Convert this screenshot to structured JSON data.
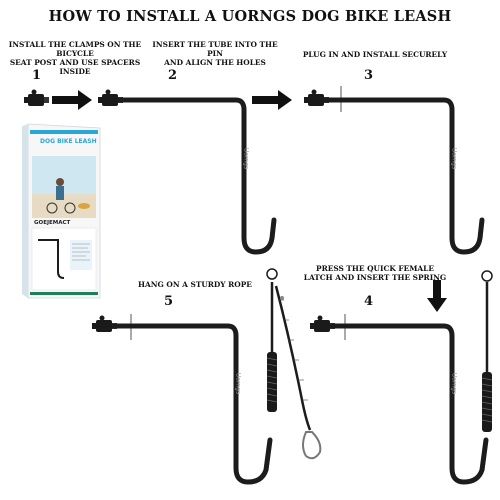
{
  "title": "HOW TO INSTALL A UORNGS DOG BIKE LEASH",
  "steps": [
    {
      "number": "1",
      "caption_line1": "INSTALL THE CLAMPS ON THE BICYCLE",
      "caption_line2": "SEAT POST AND USE SPACERS INSIDE"
    },
    {
      "number": "2",
      "caption_line1": "INSERT THE TUBE INTO THE PIN",
      "caption_line2": "AND ALIGN THE HOLES"
    },
    {
      "number": "3",
      "caption_line1": "PLUG IN AND INSTALL SECURELY",
      "caption_line2": ""
    },
    {
      "number": "4",
      "caption_line1": "PRESS THE QUICK FEMALE",
      "caption_line2": "LATCH AND INSERT THE SPRING"
    },
    {
      "number": "5",
      "caption_line1": "HANG ON A STURDY ROPE",
      "caption_line2": ""
    }
  ],
  "product_box": {
    "title": "DOG BIKE LEASH",
    "brand": "GOEJEMACT"
  },
  "tube_brand": "Uorngs",
  "colors": {
    "tube": "#1c1c1c",
    "box_accent": "#2aa6d8",
    "box_green": "#1e7f5a"
  },
  "icons": [
    "arrow-right-icon",
    "arrow-down-icon"
  ]
}
